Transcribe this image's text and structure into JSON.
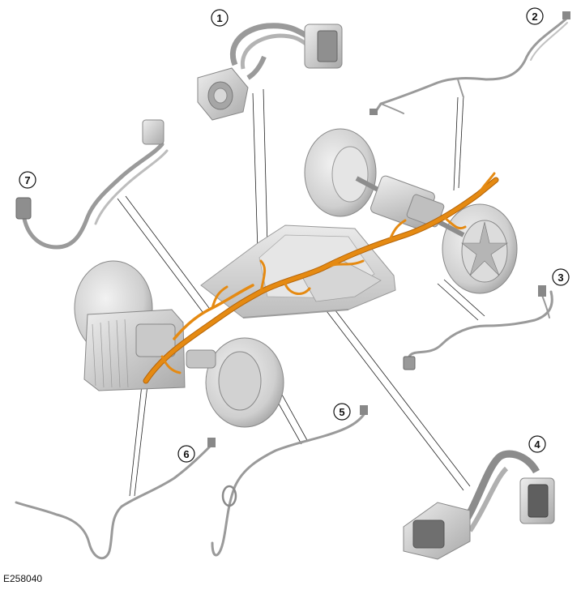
{
  "figure": {
    "id": "E258040",
    "callouts": [
      "1",
      "2",
      "3",
      "4",
      "5",
      "6",
      "7"
    ]
  },
  "colors": {
    "harness": "#e58a12",
    "harness_dark": "#b5650a",
    "cable": "#9a9a9a",
    "cable_light": "#cfcfcf",
    "tyre": "#d4d4d4",
    "tyre_dark": "#8f8f8f",
    "component": "#c9c9c9",
    "battery": "#dcdcdc"
  },
  "components": [
    "connector-assembly-1",
    "rear-harness-2",
    "harness-3",
    "connector-assembly-4",
    "harness-5",
    "harness-6",
    "harness-7"
  ]
}
